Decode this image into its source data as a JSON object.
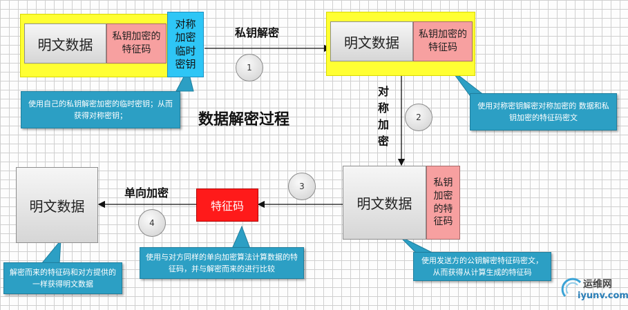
{
  "diagram": {
    "title": "数据解密过程",
    "box1": {
      "plain": "明文数据",
      "feature": "私钥加密的特征码",
      "temp_key": "对称加密临时密钥"
    },
    "box2": {
      "plain": "明文数据",
      "feature": "私钥加密的特征码"
    },
    "box3": {
      "plain": "明文数据",
      "feature": "私钥加密的特征码"
    },
    "box4": {
      "plain": "明文数据"
    },
    "feature_code": "特征码",
    "arrows": {
      "private_key_decrypt": "私钥解密",
      "symmetric_encrypt": "对称加密",
      "one_way_encrypt": "单向加密"
    },
    "steps": [
      "1",
      "2",
      "3",
      "4"
    ],
    "notes": {
      "n1": "使用自己的私钥解密加密的临时密钥；从而获得对称密钥；",
      "n2": "使用对称密钥解密对称加密的 数据和私钥加密的特征码密文",
      "n3": "使用发送方的公钥解密特征码密文，从而获得从计算生成的特征码",
      "n4": "使用与对方同样的单向加密算法计算数据的特征码，并与解密而来的进行比较",
      "n5": "解密而来的特征码和对方提供的一样获得明文数据"
    },
    "watermark": {
      "brand": "运维网",
      "url": "iyunv.com"
    }
  }
}
